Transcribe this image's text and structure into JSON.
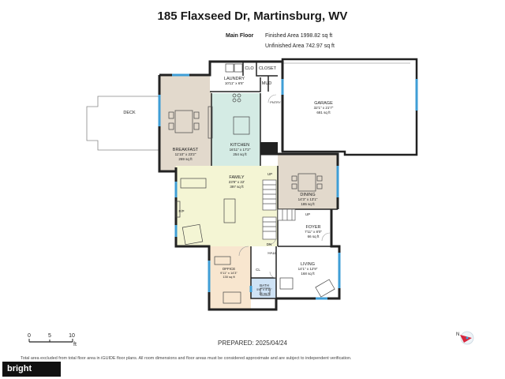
{
  "title": "185 Flaxseed Dr, Martinsburg, WV",
  "floor": {
    "name": "Main Floor",
    "finished_area": "Finished Area 1998.82 sq ft",
    "unfinished_area": "Unfinished Area 742.97 sq ft"
  },
  "rooms": {
    "deck": "DECK",
    "laundry": {
      "name": "LAUNDRY",
      "dims": "10'11\" x 6'5\""
    },
    "clo": "CLO",
    "closet": "CLOSET",
    "mud": "MUD",
    "pntry": "PNTRY",
    "garage": {
      "name": "GARAGE",
      "dims": "32'1\" x 21'7\"",
      "area": "681 sq ft"
    },
    "breakfast": {
      "name": "BREAKFAST",
      "dims": "11'10\" x 23'2\"",
      "area": "269 sq ft"
    },
    "kitchen": {
      "name": "KITCHEN",
      "dims": "16'11\" x 17'2\"",
      "area": "254 sq ft"
    },
    "family": {
      "name": "FAMILY",
      "dims": "23'9\" x 22'",
      "area": "397 sq ft"
    },
    "dining": {
      "name": "DINING",
      "dims": "14'3\" x 13'1\"",
      "area": "185 sq ft"
    },
    "foyer": {
      "name": "FOYER",
      "dims": "7'11\" x 8'0\"",
      "area": "66 sq ft"
    },
    "office": {
      "name": "OFFICE",
      "dims": "9'11\" x 14'3\"",
      "area": "130 sq ft"
    },
    "living": {
      "name": "LIVING",
      "dims": "14'1\" x 12'9\"",
      "area": "168 sq ft"
    },
    "bath": {
      "name": "BATH",
      "dims": "5'6\" x 4'11\"",
      "area": "26 sq ft"
    },
    "fp": "F/P",
    "cl": "CL",
    "hall": "HALL",
    "up1": "UP",
    "up2": "UP",
    "dn": "DN"
  },
  "scale": {
    "ticks": [
      "0",
      "5",
      "10"
    ],
    "unit": "ft"
  },
  "prepared": "PREPARED: 2025/04/24",
  "disclaimer": "Total area excluded from total floor area in iGUIDE floor plans. All room dimensions and floor areas must be considered approximate and are subject to independent verification.",
  "watermark": "bright",
  "colors": {
    "accent_window": "#3f9ed6",
    "kitchen_fill": "#d4ebe4",
    "family_fill": "#f4f5d4",
    "office_fill": "#f8e6cf",
    "bath_fill": "#cfe3f6",
    "dining_fill": "#e2d9cc",
    "breakfast_fill": "#e2d9cc",
    "compass_red": "#d7263d"
  }
}
